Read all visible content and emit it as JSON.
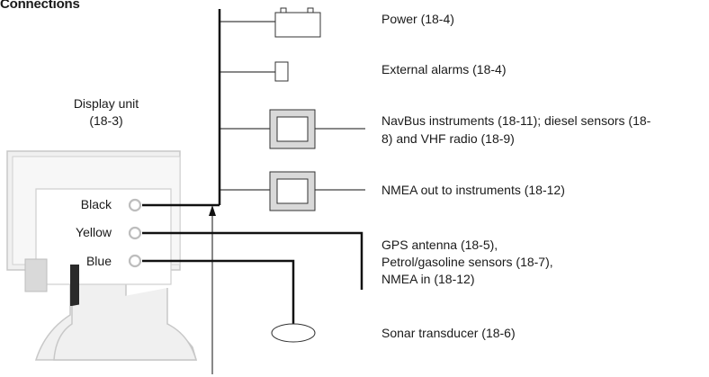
{
  "title": "Connections",
  "display_unit": {
    "label": "Display unit",
    "ref": "(18-3)"
  },
  "wires": {
    "black": "Black",
    "yellow": "Yellow",
    "blue": "Blue"
  },
  "devices": {
    "power": "Power (18-4)",
    "external_alarms": "External alarms (18-4)",
    "navbus_line1": "NavBus instruments (18-11); diesel sensors (18-",
    "navbus_line2": "8) and VHF radio (18-9)",
    "nmea_out": "NMEA out to instruments (18-12)",
    "gps_line1": "GPS antenna (18-5),",
    "gps_line2": "Petrol/gasoline sensors (18-7),",
    "gps_line3": "NMEA in (18-12)",
    "sonar": "Sonar transducer (18-6)"
  },
  "colors": {
    "line": "#111111",
    "outline": "#555555",
    "unit_fill": "#f0f0f0",
    "shade": "#d9d9d9",
    "text": "#1a1a1a"
  }
}
